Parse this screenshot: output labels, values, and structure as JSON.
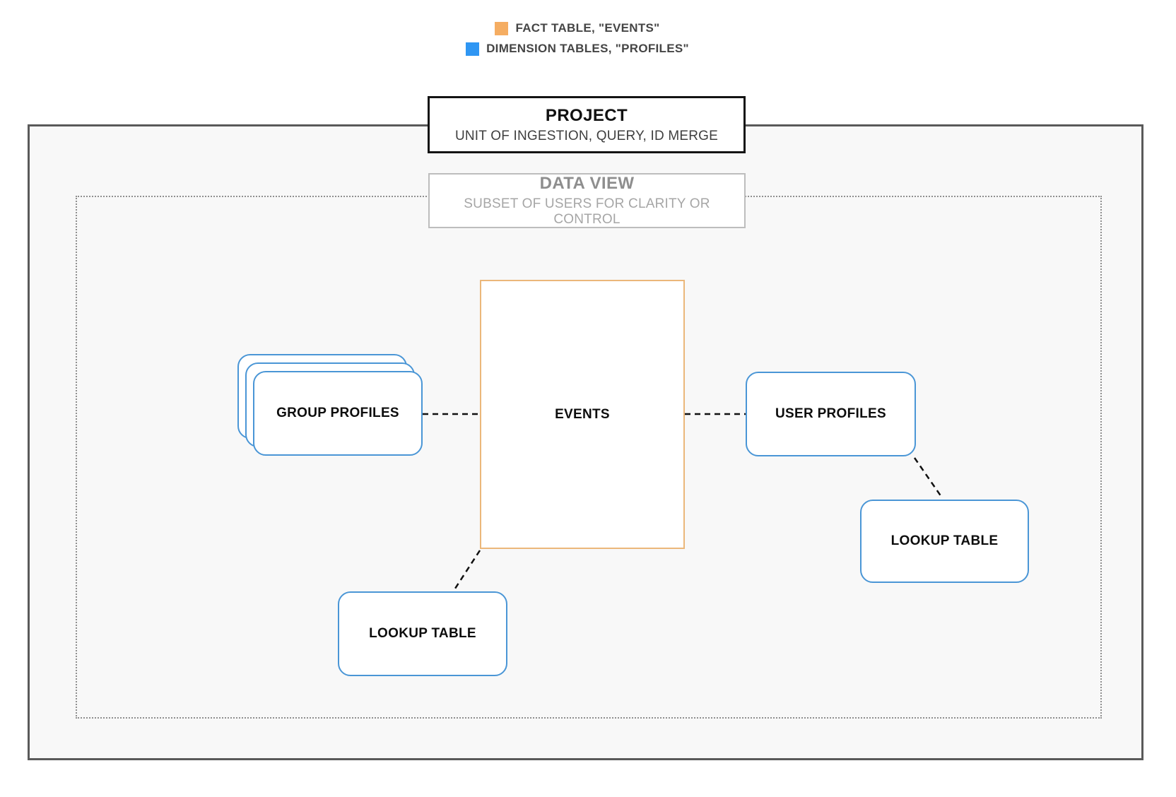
{
  "legend": {
    "items": [
      {
        "name": "fact-table",
        "label": "FACT TABLE, \"EVENTS\"",
        "color": "#F5AD62",
        "swatch_style": "background:#F5AD62"
      },
      {
        "name": "dimension-tables",
        "label": "DIMENSION TABLES, \"PROFILES\"",
        "color": "#2F96F3",
        "swatch_style": "background:#2F96F3"
      }
    ]
  },
  "containers": {
    "project": {
      "title": "PROJECT",
      "subtitle": "UNIT OF INGESTION, QUERY, ID MERGE"
    },
    "data_view": {
      "title": "DATA VIEW",
      "subtitle": "SUBSET OF USERS FOR CLARITY OR CONTROL"
    }
  },
  "nodes": {
    "events": {
      "label": "EVENTS",
      "kind": "fact table"
    },
    "group_profiles": {
      "label": "GROUP PROFILES",
      "kind": "dimension table",
      "stacked": true
    },
    "user_profiles": {
      "label": "USER PROFILES",
      "kind": "dimension table"
    },
    "lookup_table_right": {
      "label": "LOOKUP TABLE",
      "kind": "dimension table"
    },
    "lookup_table_bottom": {
      "label": "LOOKUP TABLE",
      "kind": "dimension table"
    }
  },
  "edges": [
    {
      "from": "group_profiles",
      "to": "events",
      "style": "dashed"
    },
    {
      "from": "events",
      "to": "user_profiles",
      "style": "dashed"
    },
    {
      "from": "user_profiles",
      "to": "lookup_table_right",
      "style": "dashed"
    },
    {
      "from": "events",
      "to": "lookup_table_bottom",
      "style": "dashed"
    }
  ],
  "colors": {
    "fact_border": "#EBB77A",
    "dimension_border": "#4A96D6",
    "project_border": "#5A5A5A",
    "data_view_dotted_border": "#8F8F8F",
    "project_fill": "#F8F8F8",
    "connector": "#111111"
  }
}
